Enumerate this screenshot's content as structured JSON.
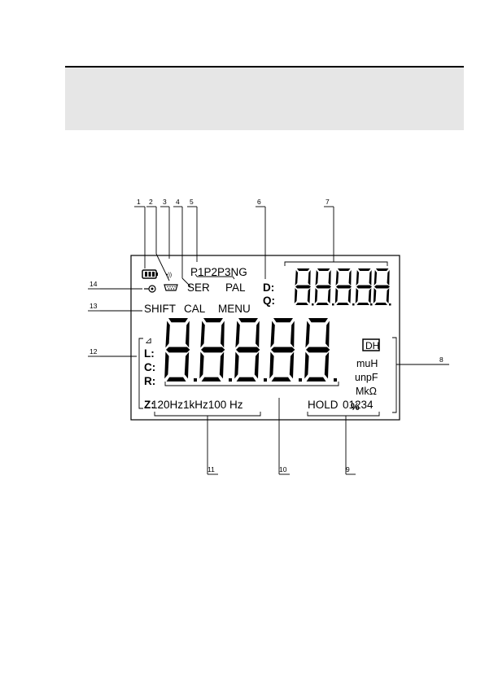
{
  "callouts": [
    "1",
    "2",
    "3",
    "4",
    "5",
    "6",
    "7",
    "8",
    "9",
    "10",
    "11",
    "12",
    "13",
    "14"
  ],
  "lcd": {
    "prog": "P1P2P3NG",
    "ser": "SER",
    "pal": "PAL",
    "shift": "SHIFT",
    "cal": "CAL",
    "menu": "MENU",
    "d": "D:",
    "q": "Q:",
    "delta": "⊿",
    "l": "L:",
    "c": "C:",
    "r": "R:",
    "z": "Z:",
    "dh": "DH",
    "unit1": "muH",
    "unit2": "unpF",
    "unit3": "MkΩ",
    "percent": "%",
    "freq": "120Hz1kHz100 Hz",
    "hold": "HOLD",
    "mem": "01234",
    "sound": "•))"
  }
}
